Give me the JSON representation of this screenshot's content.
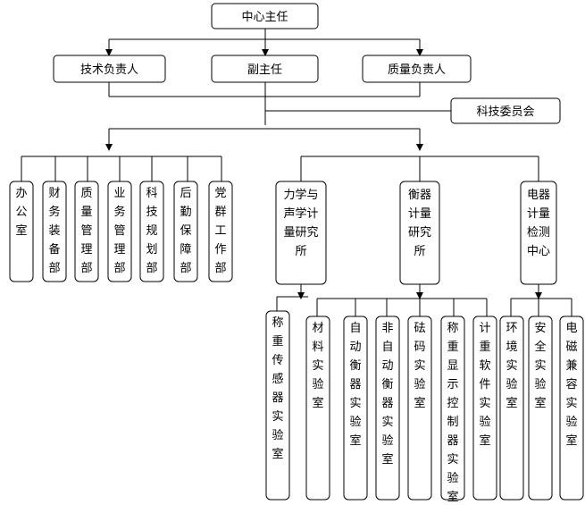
{
  "top": {
    "director": "中心主任"
  },
  "leadership": {
    "tech_lead": "技术负责人",
    "deputy": "副主任",
    "quality_lead": "质量负责人",
    "sci_committee": "科技委员会"
  },
  "departments": [
    "办公室",
    "财务装备部",
    "质量管理部",
    "业务管理部",
    "科技规划部",
    "后勤保障部",
    "党群工作部"
  ],
  "institutes": {
    "mechanics": "力学与声学计量研究所",
    "weighing": "衡器计量研究所",
    "electrical": "电器计量检测中心"
  },
  "labs": {
    "mechanics": [
      "称重传感器实验室",
      "材料实验室"
    ],
    "weighing": [
      "自动衡器实验室",
      "非自动衡器实验室",
      "砝码实验室",
      "称重显示控制器实验室",
      "计重软件实验室"
    ],
    "electrical": [
      "环境实验室",
      "安全实验室",
      "电磁兼容实验室"
    ]
  }
}
